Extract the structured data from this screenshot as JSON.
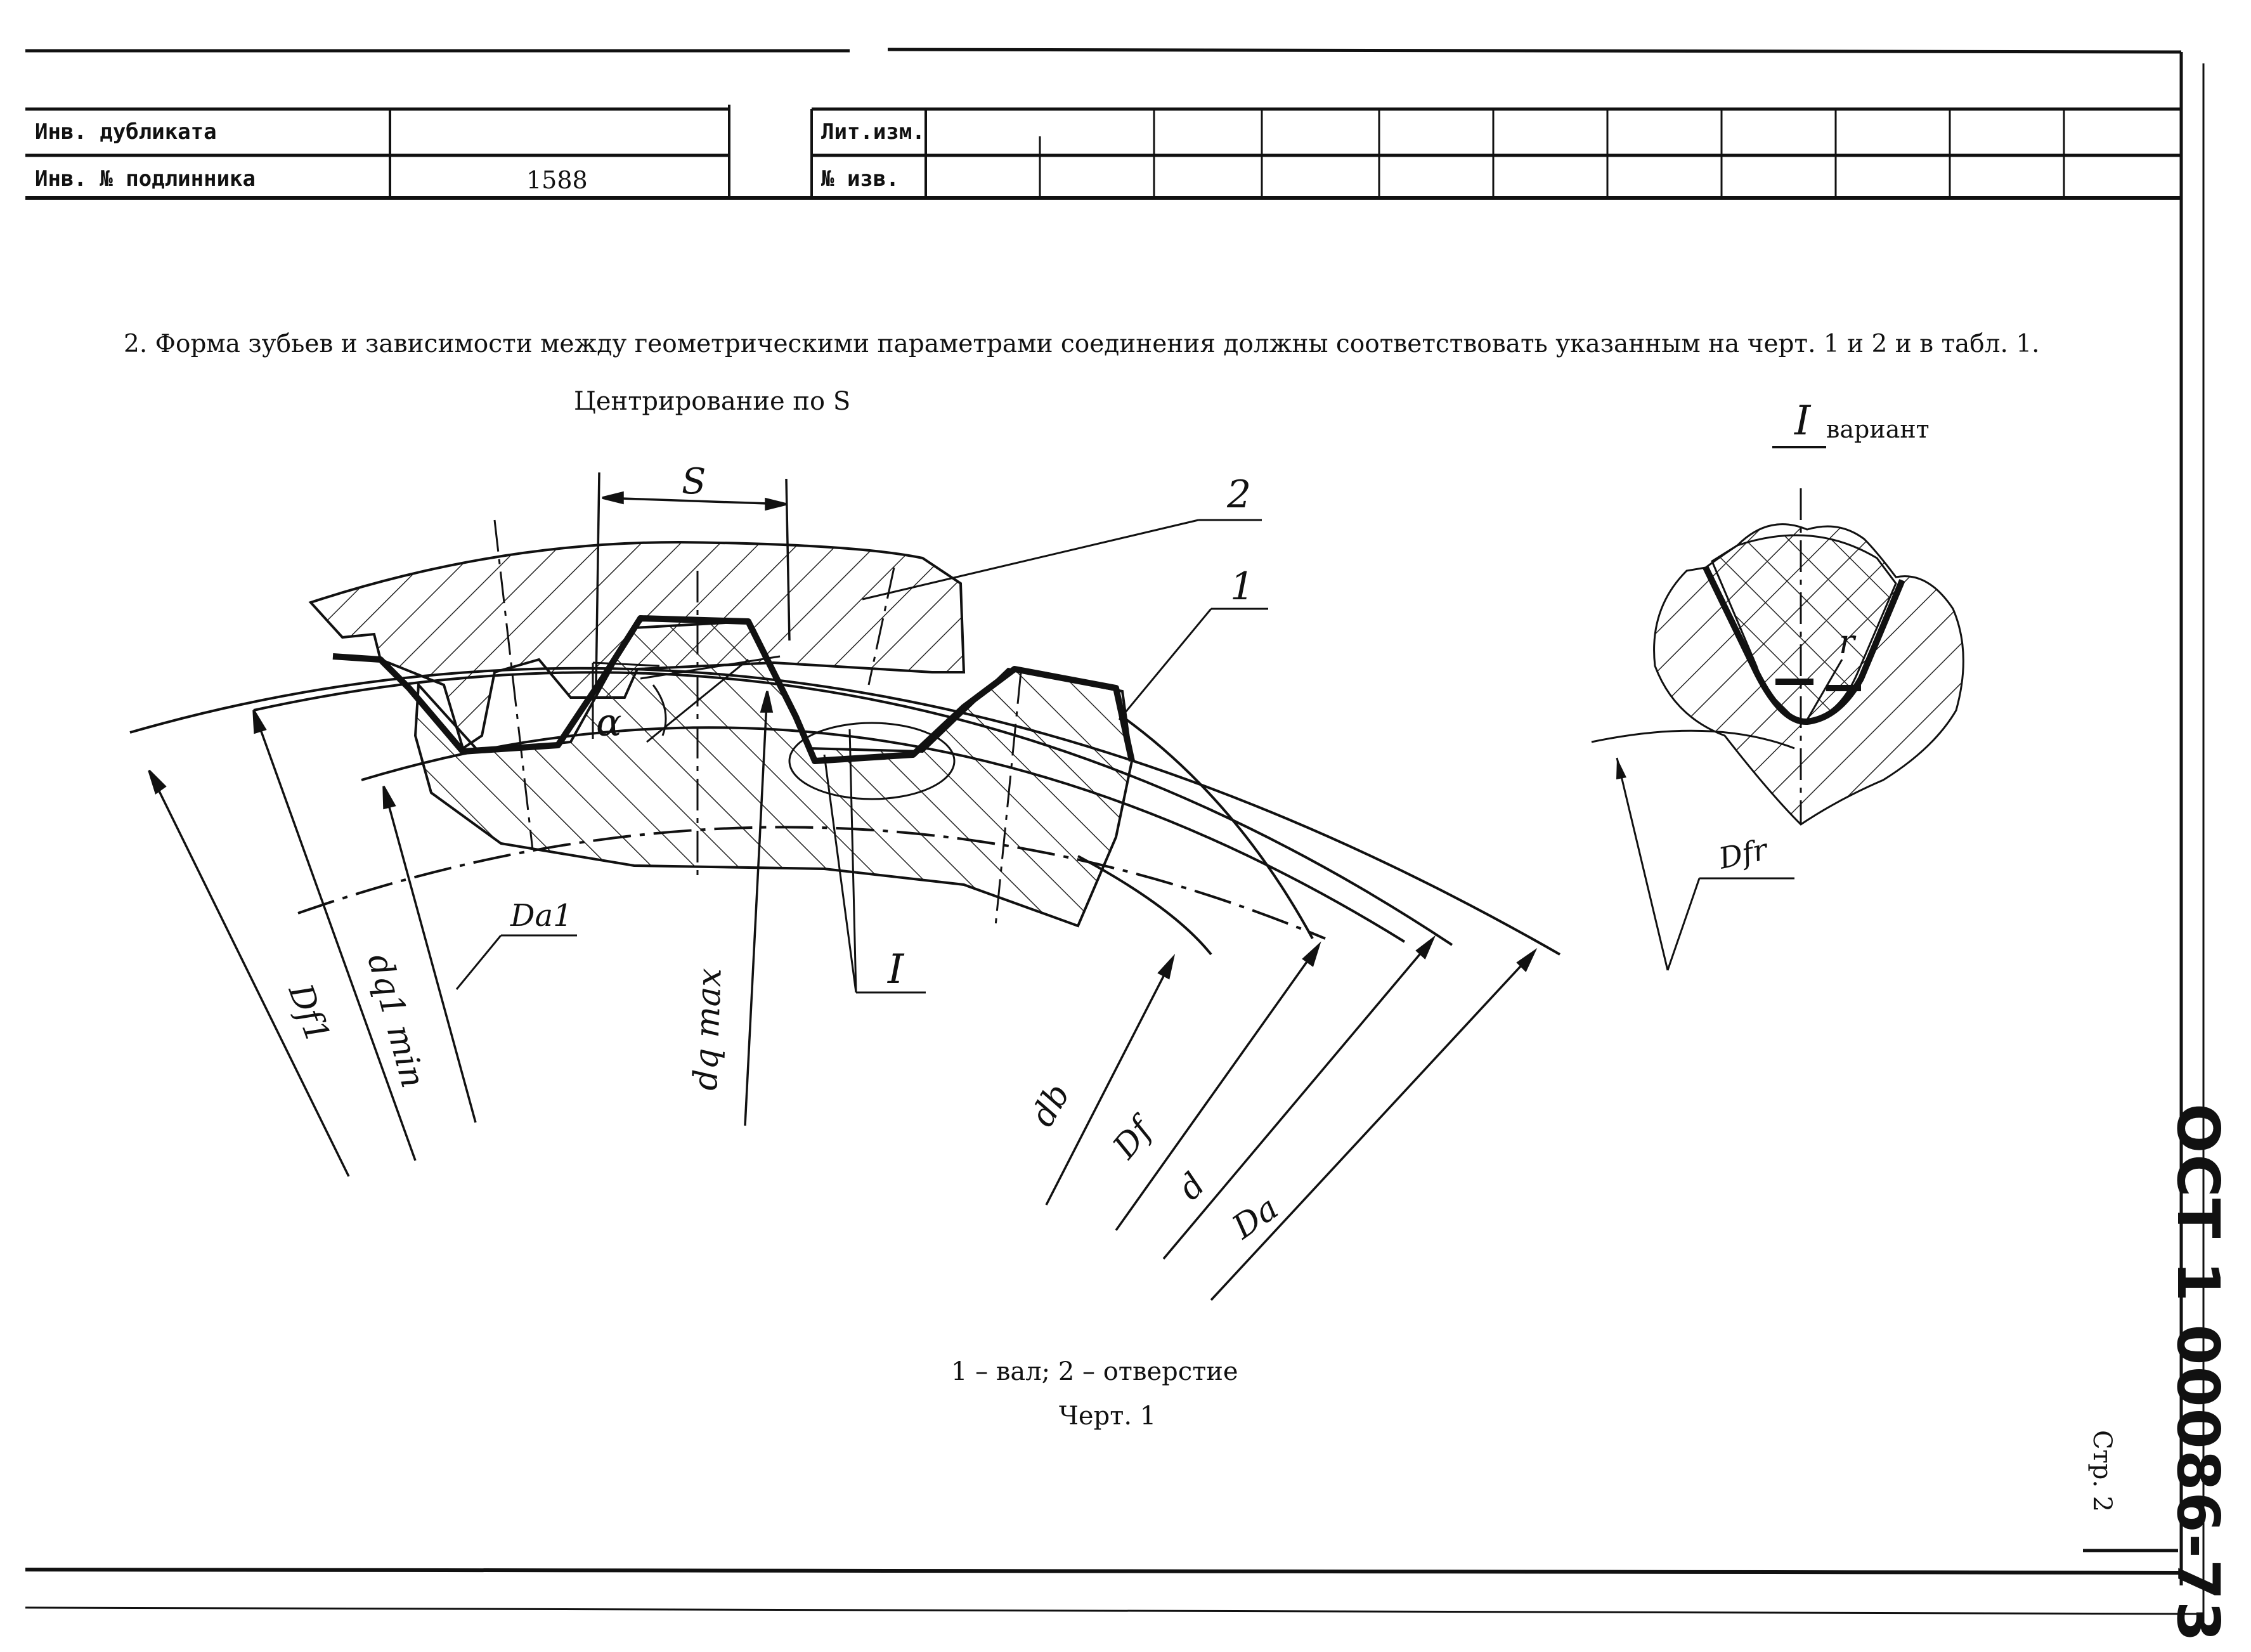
{
  "stamp": {
    "inv_duplicate_label": "Инв. дубликата",
    "inv_duplicate_value": "",
    "inv_original_label": "Инв. № подлинника",
    "inv_original_value": "1588",
    "lit_change_label": "Лит.изм.",
    "notice_label": "№ изв."
  },
  "paragraph": "2. Форма зубьев и зависимости между геометрическими параметрами соединения должны соответствовать указанным на черт. 1 и 2 и в табл. 1.",
  "centering_title": "Центрирование по S",
  "detail_title": "вариант",
  "detail_mark": "I",
  "drawing_labels": {
    "S": "S",
    "two": "2",
    "one": "1",
    "alpha": "α",
    "detail_ref": "I",
    "Da1": "Da1",
    "Df1": "Df1",
    "dq1min": "dq1 min",
    "dqmax": "dq max",
    "db": "db",
    "Df": "Df",
    "d": "d",
    "Da": "Da",
    "Dfr": "Dfr",
    "r": "r"
  },
  "legend": "1 – вал; 2 – отверстие",
  "figure_caption": "Черт. 1",
  "doc_code": "ОСТ 1 00086-73",
  "page_label": "Стр. 2"
}
